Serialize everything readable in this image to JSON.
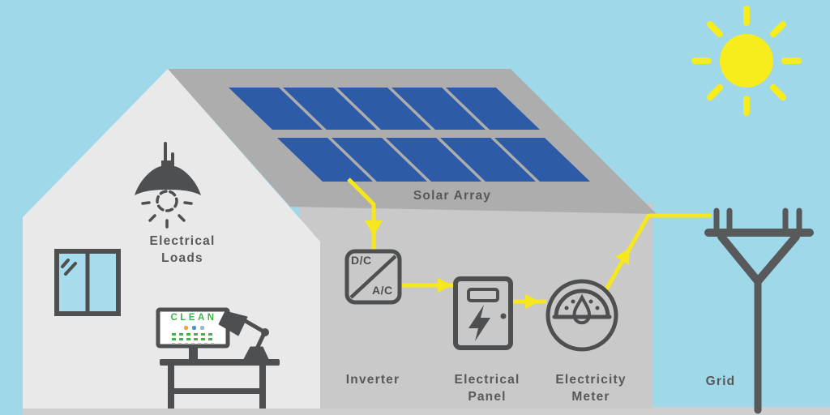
{
  "diagram": {
    "type": "solar-energy-flow-infographic",
    "labels": {
      "solar_array": "Solar Array",
      "electrical_loads_line1": "Electrical",
      "electrical_loads_line2": "Loads",
      "inverter": "Inverter",
      "electrical_panel_line1": "Electrical",
      "electrical_panel_line2": "Panel",
      "electricity_meter_line1": "Electricity",
      "electricity_meter_line2": "Meter",
      "grid": "Grid",
      "inverter_dc": "D/C",
      "inverter_ac": "A/C",
      "monitor_brand": "CLEAN"
    },
    "flow_order": [
      "Solar Array",
      "Inverter",
      "Electrical Panel",
      "Electricity Meter",
      "Grid"
    ],
    "icons": [
      "sun-icon",
      "solar-array-icon",
      "pendant-lamp-icon",
      "window-icon",
      "monitor-icon",
      "desk-icon",
      "desk-lamp-icon",
      "inverter-icon",
      "electrical-panel-icon",
      "electricity-meter-icon",
      "power-line-icon"
    ],
    "solar_panels": {
      "rows": 2,
      "panels_per_row": 5
    },
    "colors": {
      "sky": "#9ed8e9",
      "sun_yellow": "#f7ec1c",
      "wire_yellow": "#f6e71e",
      "panel_blue": "#2d5ba8",
      "icon_dark": "#4d4f51",
      "label_text": "#58585a",
      "house_wall": "#e9e9e9",
      "roof_gray": "#adadad",
      "building_gray": "#c9c9c9",
      "ground_gray": "#cfcfcf",
      "window_glass": "#a6dcec",
      "monitor_green": "#3db549"
    }
  }
}
